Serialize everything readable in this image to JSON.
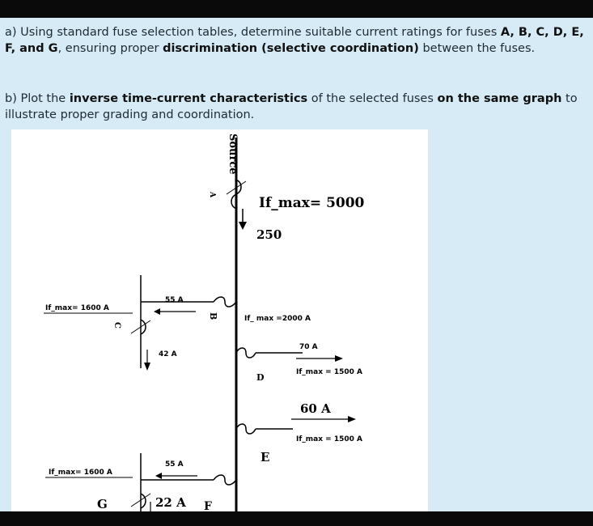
{
  "question_a": {
    "prefix": "a) Using standard fuse selection tables, determine suitable current ratings for fuses ",
    "fuses": "A, B, C, D, E, F, and G",
    "middle": ", ensuring proper ",
    "emphasis": "discrimination (selective coordination)",
    "suffix": " between the fuses."
  },
  "question_b": {
    "prefix": "b) Plot the ",
    "emphasis1": "inverse time-current characteristics",
    "middle": " of the selected fuses ",
    "emphasis2": "on the same graph",
    "suffix": " to illustrate proper grading and coordination."
  },
  "diagram": {
    "source_label": "Source",
    "fuse_a_label": "A",
    "if_max_main": "If_max= 5000",
    "main_current": "250",
    "fuse_b_label": "B",
    "if_max_b": "If_ max =2000 A",
    "fuse_c_label": "C",
    "if_max_c": "If_max= 1600 A",
    "current_c_out": "55 A",
    "current_c_down": "42 A",
    "fuse_d_label": "D",
    "current_d": "70 A",
    "if_max_d": "If_max = 1500 A",
    "fuse_e_label": "E",
    "current_e": "60 A",
    "if_max_e": "If_max = 1500 A",
    "fuse_g_label": "G",
    "if_max_g": "If_max= 1600 A",
    "current_g_out": "55 A",
    "fuse_f_label": "F",
    "current_f_down": "22 A"
  },
  "colors": {
    "background": "#d6ebf5",
    "frame": "#0a0a0a",
    "figure_bg": "#ffffff"
  }
}
